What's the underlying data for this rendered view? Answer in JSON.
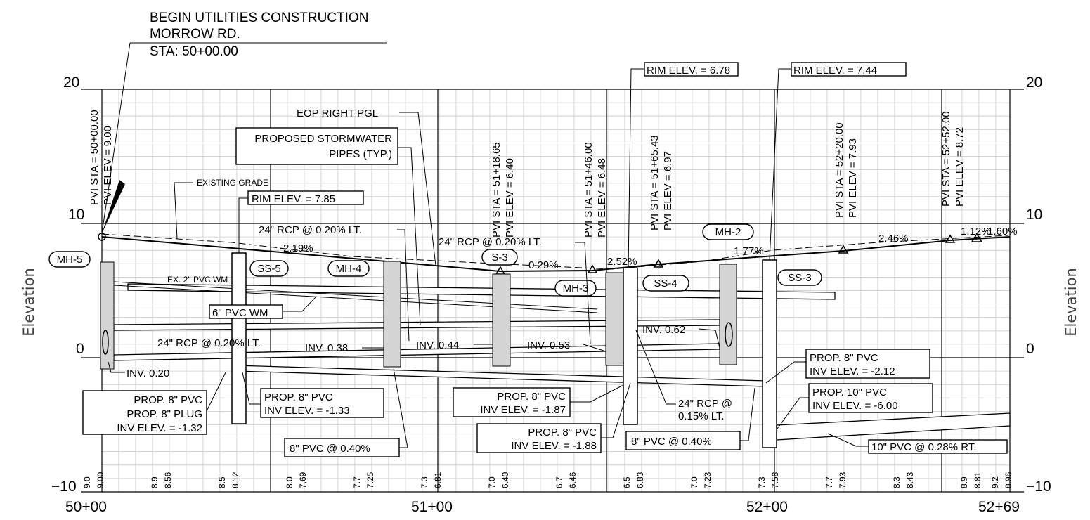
{
  "header": {
    "line1": "BEGIN UTILITIES CONSTRUCTION",
    "line2": "MORROW RD.",
    "line3": "STA: 50+00.00"
  },
  "axes": {
    "y_left_title": "Elevation",
    "y_right_title": "Elevation",
    "y_ticks_left": [
      "20",
      "10",
      "0",
      "−10"
    ],
    "y_ticks_right": [
      "20",
      "10",
      "0",
      "−10"
    ],
    "x_ticks": [
      "50+00",
      "51+00",
      "52+00",
      "52+69"
    ]
  },
  "pvi_labels": [
    {
      "sta": "PVI STA = 50+00.00",
      "elev": "PVI ELEV = 9.00"
    },
    {
      "sta": "PVI STA = 51+18.65",
      "elev": "PVI ELEV = 6.40"
    },
    {
      "sta": "PVI STA = 51+46.00",
      "elev": "PVI ELEV = 6.48"
    },
    {
      "sta": "PVI STA = 51+65.43",
      "elev": "PVI ELEV = 6.97"
    },
    {
      "sta": "PVI STA = 52+20.00",
      "elev": "PVI ELEV = 7.93"
    },
    {
      "sta": "PVI STA = 52+52.00",
      "elev": "PVI ELEV = 8.72"
    }
  ],
  "grades": [
    "-2.19%",
    "0.29%",
    "2.52%",
    "1.77%",
    "2.46%",
    "1.12%",
    "1.60%"
  ],
  "structures": [
    "MH-5",
    "SS-5",
    "MH-4",
    "S-3",
    "MH-3",
    "SS-4",
    "MH-2",
    "SS-3"
  ],
  "callouts": {
    "eop": "EOP RIGHT PGL",
    "proposed_sw_1": "PROPOSED STORMWATER",
    "proposed_sw_2": "PIPES (TYP.)",
    "existing_grade": "EXISTING GRADE",
    "rim_785": "RIM ELEV. = 7.85",
    "rim_678": "RIM ELEV. = 6.78",
    "rim_744": "RIM ELEV. = 7.44",
    "rcp_a": "24\" RCP @ 0.20% LT.",
    "rcp_b": "24\" RCP @ 0.20% LT.",
    "rcp_c": "24\" RCP @ 0.20% LT.",
    "ex_wm": "EX. 2\" PVC WM",
    "wm6": "6\" PVC WM",
    "inv038": "INV. 0.38",
    "inv044": "INV. 0.44",
    "inv053": "INV. 0.53",
    "inv062": "INV. 0.62",
    "inv020": "INV. 0.20",
    "plug_1": "PROP. 8\" PVC",
    "plug_2": "PROP. 8\" PLUG",
    "plug_3": "INV ELEV. = -1.32",
    "p133_1": "PROP. 8\" PVC",
    "p133_2": "INV ELEV. = -1.33",
    "p187_1": "PROP. 8\" PVC",
    "p187_2": "INV ELEV. = -1.87",
    "p188_1": "PROP. 8\" PVC",
    "p188_2": "INV ELEV. = -1.88",
    "p212_1": "PROP. 8\" PVC",
    "p212_2": "INV ELEV. = -2.12",
    "p600_1": "PROP. 10\" PVC",
    "p600_2": "INV ELEV. = -6.00",
    "rcp015_1": "24\" RCP @",
    "rcp015_2": "0.15% LT.",
    "pvc040_a": "8\" PVC @ 0.40%",
    "pvc040_b": "8\" PVC @ 0.40%",
    "pvc028": "10\" PVC @ 0.28% RT."
  },
  "bottom_elevations": [
    {
      "existing": "9.0",
      "proposed": "9.00"
    },
    {
      "existing": "8.9",
      "proposed": "8.56"
    },
    {
      "existing": "8.5",
      "proposed": "8.12"
    },
    {
      "existing": "8.0",
      "proposed": "7.69"
    },
    {
      "existing": "7.7",
      "proposed": "7.25"
    },
    {
      "existing": "7.3",
      "proposed": "6.81"
    },
    {
      "existing": "7.0",
      "proposed": "6.40"
    },
    {
      "existing": "6.7",
      "proposed": "6.46"
    },
    {
      "existing": "6.5",
      "proposed": "6.83"
    },
    {
      "existing": "7.0",
      "proposed": "7.23"
    },
    {
      "existing": "7.3",
      "proposed": "7.58"
    },
    {
      "existing": "7.7",
      "proposed": "7.93"
    },
    {
      "existing": "8.3",
      "proposed": "8.43"
    },
    {
      "existing": "8.9",
      "proposed": "8.81"
    },
    {
      "existing": "9.2",
      "proposed": "8.96"
    }
  ]
}
